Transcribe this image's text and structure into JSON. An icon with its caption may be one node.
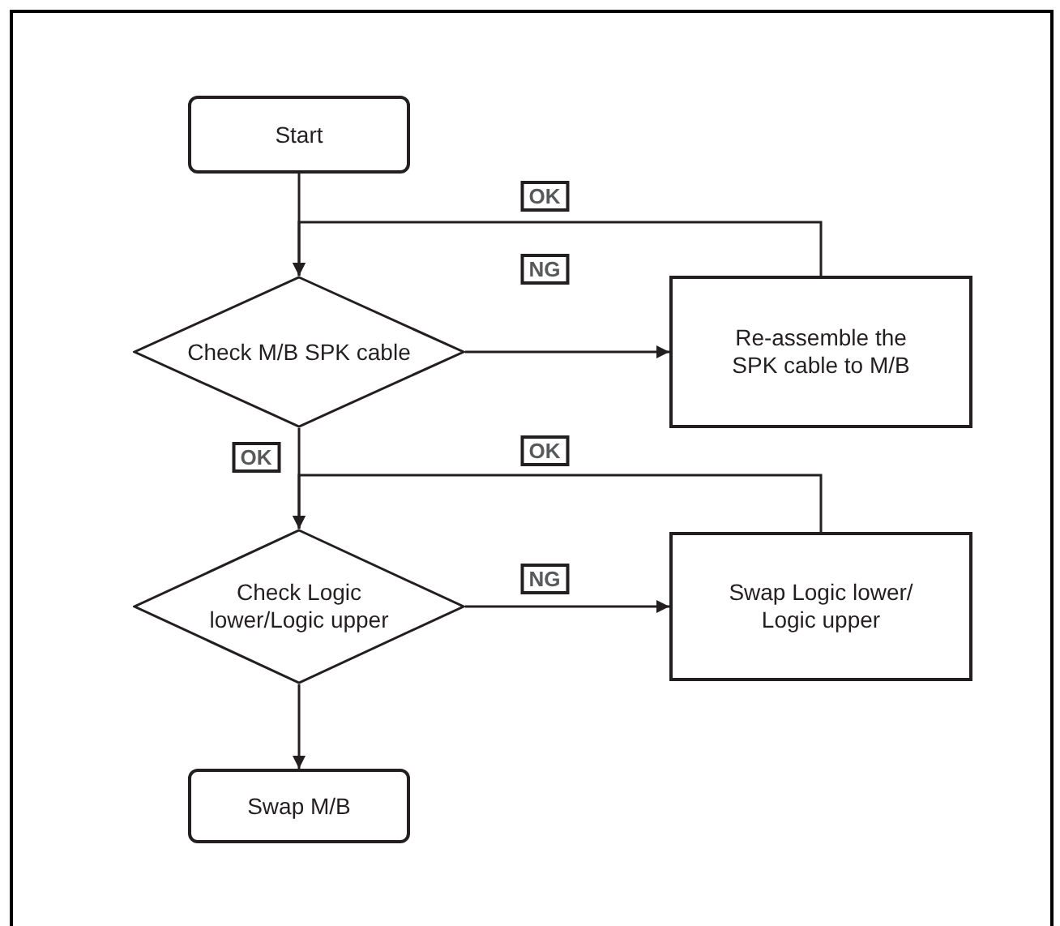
{
  "diagram": {
    "nodes": [
      {
        "text": [
          "Start"
        ]
      },
      {
        "text": [
          "Check M/B SPK cable"
        ]
      },
      {
        "text": [
          "Re-assemble the SPK cable to M/B"
        ]
      },
      {
        "text": [
          "Check Logic lower/Logic upper"
        ]
      },
      {
        "text": [
          "Swap Logic lower/ Logic upper"
        ]
      },
      {
        "text": [
          "Swap M/B"
        ]
      }
    ],
    "edges": [
      {
        "from": 0,
        "to": 1,
        "arrow": "to"
      },
      {
        "from": 1,
        "to": 2,
        "arrow": "to",
        "label": "NG"
      },
      {
        "from": 2,
        "to": 1,
        "arrow": "to",
        "label": "OK"
      },
      {
        "from": 1,
        "to": 3,
        "arrow": "to",
        "label": "OK"
      },
      {
        "from": 3,
        "to": 4,
        "arrow": "to",
        "label": "NG"
      },
      {
        "from": 4,
        "to": 3,
        "arrow": "to",
        "label": "OK"
      },
      {
        "from": 3,
        "to": 5,
        "arrow": "to"
      }
    ]
  }
}
